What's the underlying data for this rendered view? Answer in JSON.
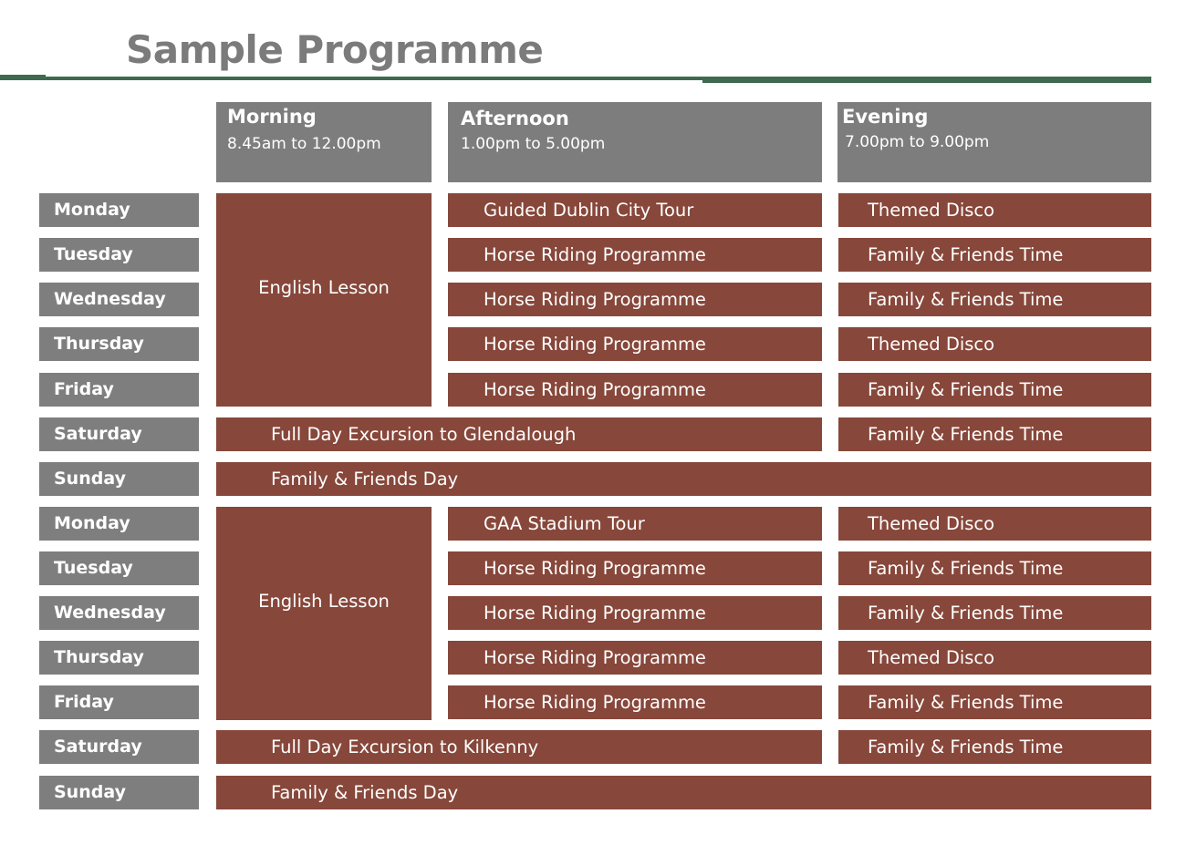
{
  "title": "Sample Programme",
  "headers": {
    "morning": {
      "title": "Morning",
      "time": "8.45am to 12.00pm"
    },
    "afternoon": {
      "title": "Afternoon",
      "time": "1.00pm to 5.00pm"
    },
    "evening": {
      "title": "Evening",
      "time": "7.00pm to 9.00pm"
    }
  },
  "week1": {
    "morning": "English Lesson",
    "days": [
      "Monday",
      "Tuesday",
      "Wednesday",
      "Thursday",
      "Friday",
      "Saturday",
      "Sunday"
    ],
    "afternoon": [
      "Guided Dublin City Tour",
      "Horse Riding Programme",
      "Horse Riding Programme",
      "Horse Riding Programme",
      "Horse Riding Programme"
    ],
    "evening": [
      "Themed Disco",
      "Family & Friends Time",
      "Family & Friends Time",
      "Themed Disco",
      "Family & Friends Time",
      "Family & Friends Time"
    ],
    "saturday": "Full Day Excursion to Glendalough",
    "sunday": "Family & Friends Day"
  },
  "week2": {
    "morning": "English Lesson",
    "days": [
      "Monday",
      "Tuesday",
      "Wednesday",
      "Thursday",
      "Friday",
      "Saturday",
      "Sunday"
    ],
    "afternoon": [
      "GAA Stadium Tour",
      "Horse Riding Programme",
      "Horse Riding Programme",
      "Horse Riding Programme",
      "Horse Riding Programme"
    ],
    "evening": [
      "Themed Disco",
      "Family & Friends Time",
      "Family & Friends Time",
      "Themed Disco",
      "Family & Friends Time",
      "Family & Friends Time"
    ],
    "saturday": "Full Day Excursion to Kilkenny",
    "sunday": "Family & Friends Day"
  },
  "colors": {
    "header_gray": "#7d7d7d",
    "activity_brown": "#87473a",
    "rule_green": "#3f6a4f",
    "title_gray": "#7b7b7b"
  }
}
